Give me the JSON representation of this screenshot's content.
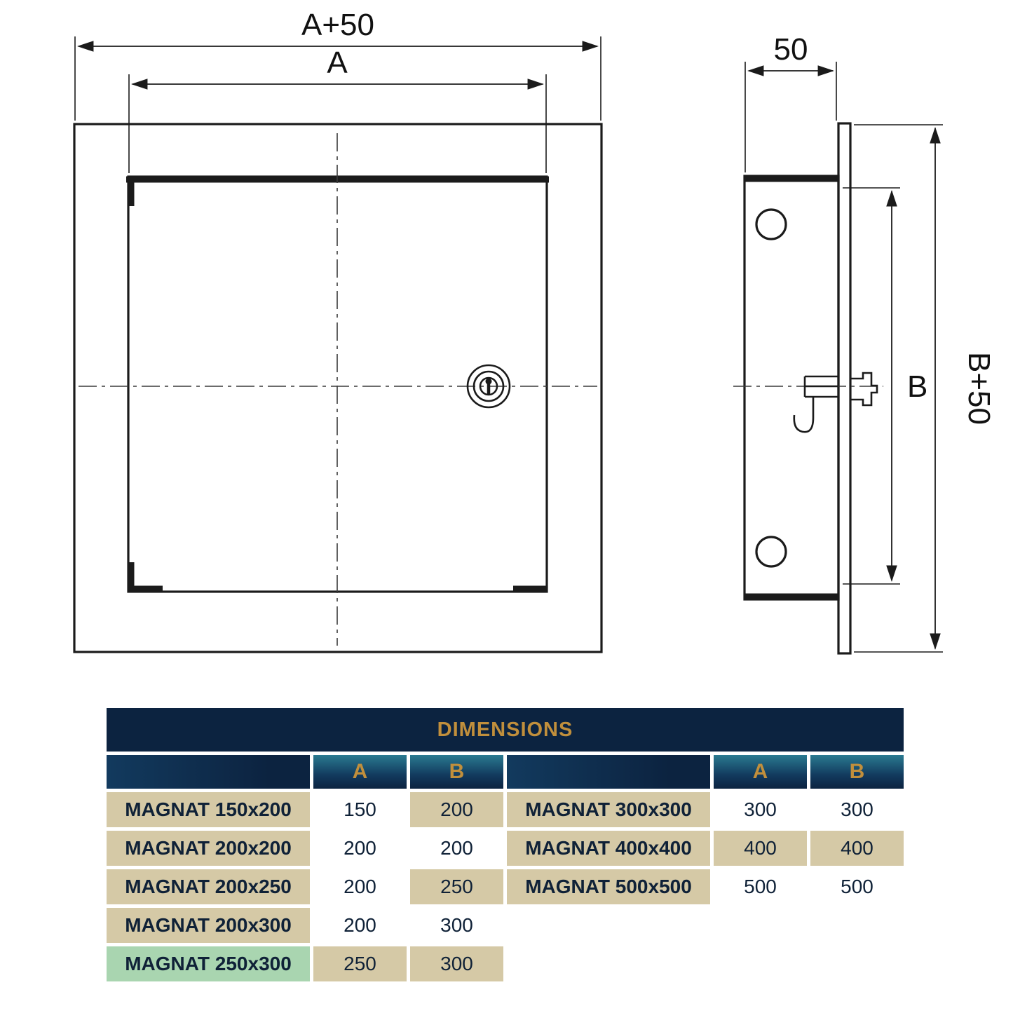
{
  "drawing": {
    "front_view": {
      "dim_width_outer": "A+50",
      "dim_width_inner": "A"
    },
    "side_view": {
      "dim_depth": "50",
      "dim_height_inner": "B",
      "dim_height_outer": "B+50"
    }
  },
  "table": {
    "title": "DIMENSIONS",
    "header": {
      "a": "A",
      "b": "B"
    },
    "left_rows": [
      {
        "name": "MAGNAT 150x200",
        "a": "150",
        "b": "200"
      },
      {
        "name": "MAGNAT 200x200",
        "a": "200",
        "b": "200"
      },
      {
        "name": "MAGNAT 200x250",
        "a": "200",
        "b": "250"
      },
      {
        "name": "MAGNAT 200x300",
        "a": "200",
        "b": "300"
      },
      {
        "name": "MAGNAT 250x300",
        "a": "250",
        "b": "300"
      }
    ],
    "right_rows": [
      {
        "name": "MAGNAT 300x300",
        "a": "300",
        "b": "300"
      },
      {
        "name": "MAGNAT 400x400",
        "a": "400",
        "b": "400"
      },
      {
        "name": "MAGNAT 500x500",
        "a": "500",
        "b": "500"
      }
    ],
    "colors": {
      "navy": "#0c2340",
      "gold": "#c18f3c",
      "teal": "#2a7a90",
      "tan": "#d5c9a6",
      "green": "#a9d5b0"
    }
  }
}
